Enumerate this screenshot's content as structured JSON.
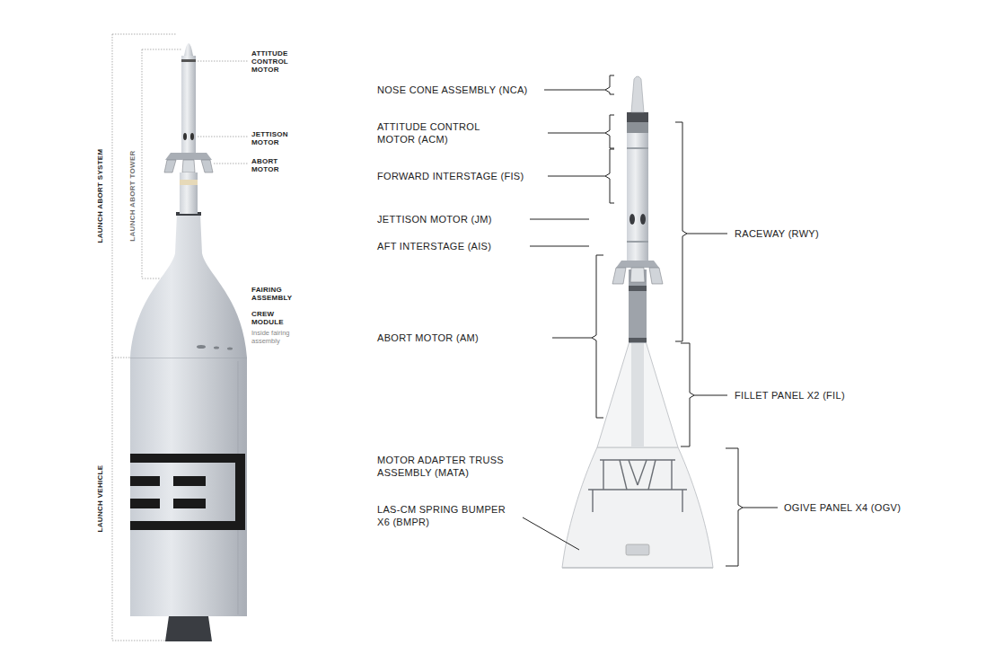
{
  "diagram": {
    "labels": [
      "ATTITUDE CONTROL MOTOR",
      "JETTISON MOTOR",
      "ABORT MOTOR",
      "LAUNCH ABORT SYSTEM",
      "LAUNCH ABORT TOWER",
      "FAIRING ASSEMBLY",
      "CREW MODULE",
      "Inside fairing assembly",
      "LAUNCH VEHICLE",
      "NOSE CONE ASSEMBLY (NCA)",
      "ATTITUDE CONTROL MOTOR (ACM)",
      "FORWARD INTERSTAGE (FIS)",
      "JETTISON MOTOR (JM)",
      "AFT INTERSTAGE (AIS)",
      "ABORT MOTOR (AM)",
      "MOTOR ADAPTER TRUSS ASSEMBLY (MATA)",
      "LAS-CM SPRING BUMPER X6 (BMPR)",
      "RACEWAY (RWY)",
      "FILLET PANEL X2 (FIL)",
      "OGIVE PANEL X4 (OGV)"
    ]
  }
}
